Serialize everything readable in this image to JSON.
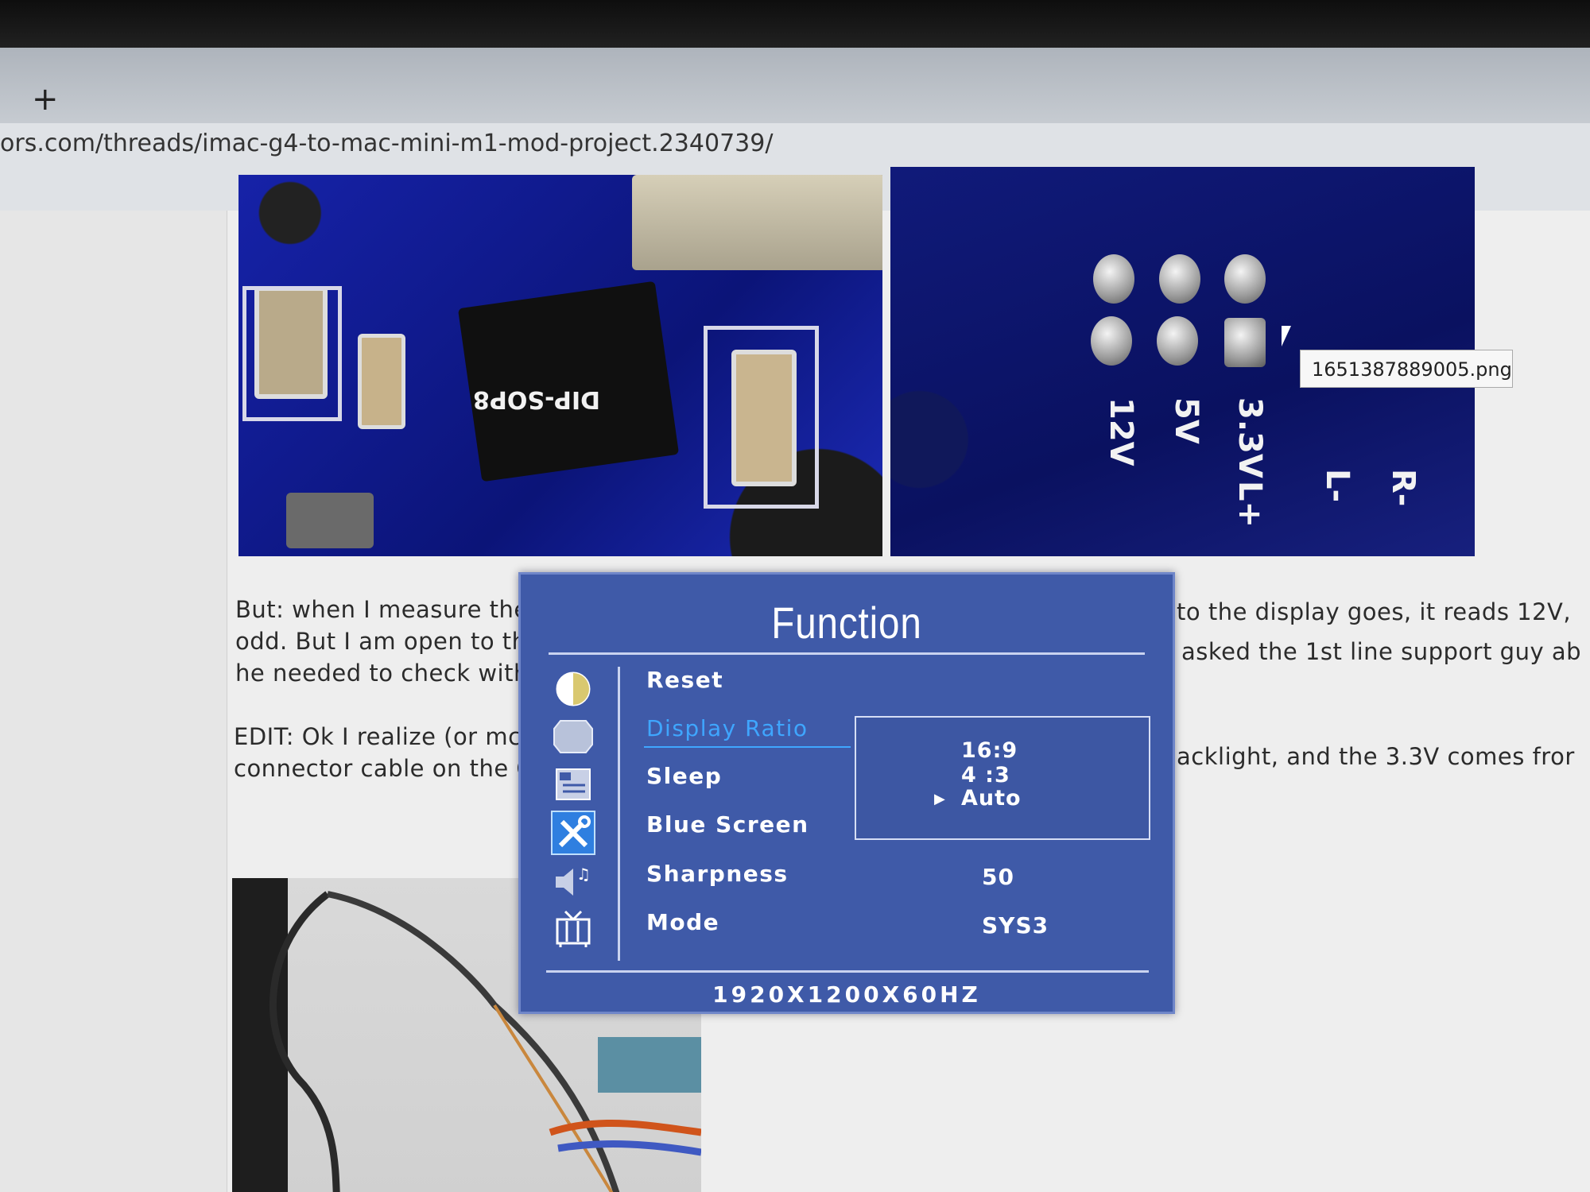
{
  "browser": {
    "new_tab_label": "+",
    "url": "ors.com/threads/imac-g4-to-mac-mini-m1-mod-project.2340739/"
  },
  "images": {
    "tooltip": "1651387889005.png",
    "silkscreen": [
      "12V",
      "5V",
      "3.3V",
      "L+",
      "L-",
      "R-"
    ],
    "left_board_label": "DIP-SOP8"
  },
  "post": {
    "lines_left": [
      "But: when I measure the",
      "odd. But I am open to th",
      "he needed to check with",
      "EDIT: Ok I realize (or mc",
      "connector cable on the C"
    ],
    "lines_right": [
      "to the display goes, it reads 12V,",
      "asked the 1st line support guy ab",
      "acklight, and the 3.3V comes fror"
    ]
  },
  "osd": {
    "title": "Function",
    "icons": [
      "contrast-icon",
      "image-shape-icon",
      "osd-menu-icon",
      "tools-icon",
      "audio-icon",
      "tv-icon"
    ],
    "selected_icon": "tools-icon",
    "items": [
      {
        "label": "Reset",
        "value": ""
      },
      {
        "label": "Display Ratio",
        "value": ""
      },
      {
        "label": "Sleep",
        "value": ""
      },
      {
        "label": "Blue Screen",
        "value": ""
      },
      {
        "label": "Sharpness",
        "value": "50"
      },
      {
        "label": "Mode",
        "value": "SYS3"
      }
    ],
    "active_item": "Display Ratio",
    "ratio_options": [
      "16:9",
      "4 :3",
      "Auto"
    ],
    "ratio_selected": "Auto",
    "resolution": "1920X1200X60HZ",
    "colors": {
      "panel": "#3f5aa8",
      "highlight": "#3fa6ff",
      "selected_icon": "#2f7fe0"
    }
  }
}
